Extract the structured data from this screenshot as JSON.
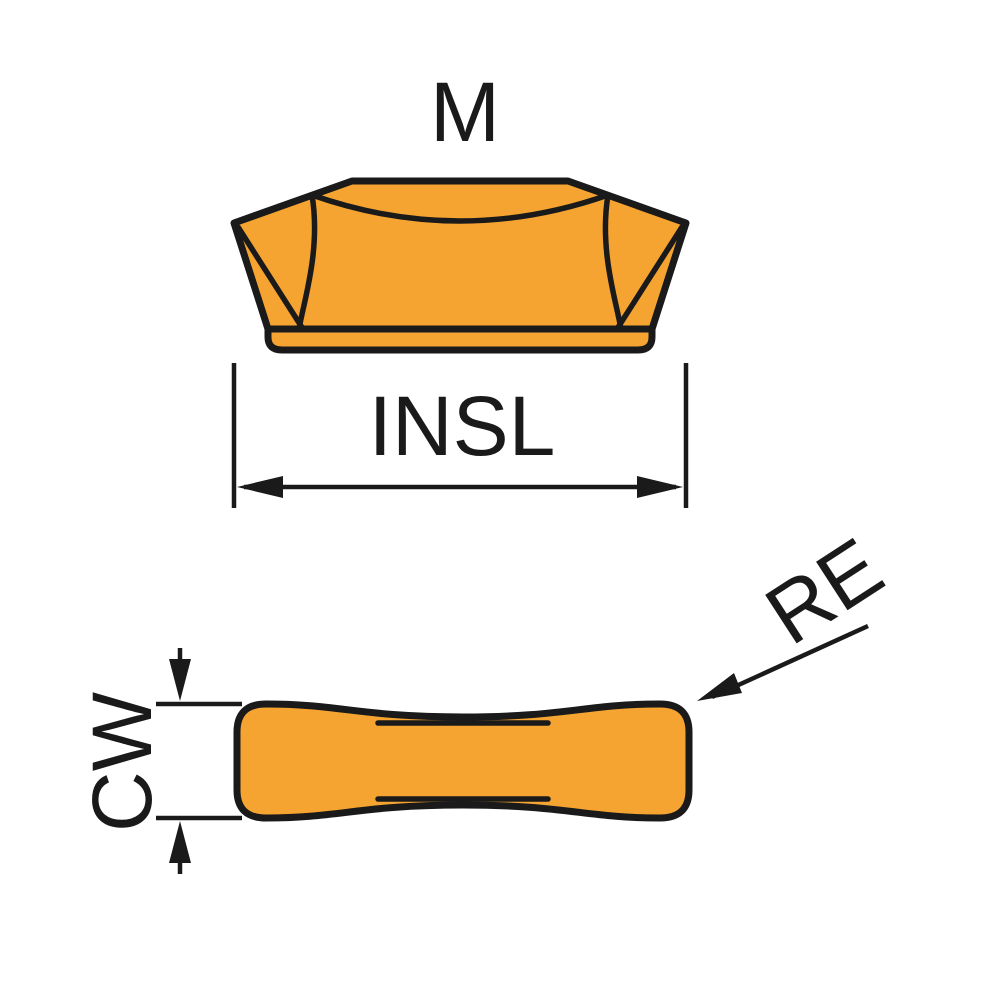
{
  "labels": {
    "view_m": "M",
    "insl": "INSL",
    "cw": "CW",
    "re": "RE"
  },
  "colors": {
    "insert": "#F6A431",
    "line": "#1A1A1A",
    "background": "#FFFFFF"
  }
}
